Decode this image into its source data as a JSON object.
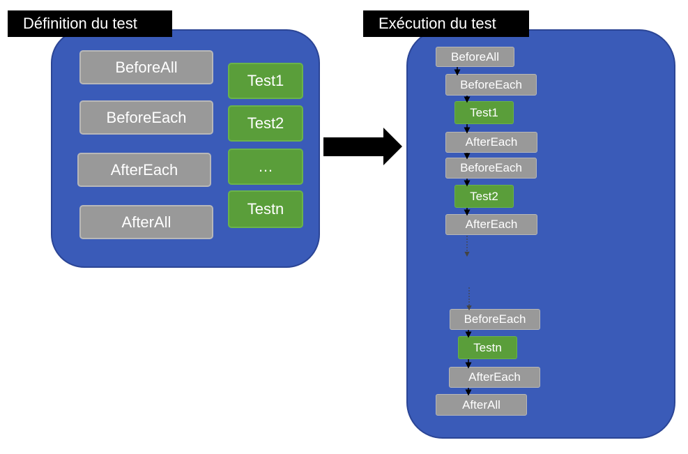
{
  "definition": {
    "title": "Définition du test",
    "hooks": [
      "BeforeAll",
      "BeforeEach",
      "AfterEach",
      "AfterAll"
    ],
    "tests": [
      "Test1",
      "Test2",
      "…",
      "Testn"
    ]
  },
  "execution": {
    "title": "Exécution du test",
    "steps": [
      "BeforeAll",
      "BeforeEach",
      "Test1",
      "AfterEach",
      "BeforeEach",
      "Test2",
      "AfterEach",
      "BeforeEach",
      "Testn",
      "AfterEach",
      "AfterAll"
    ]
  },
  "colors": {
    "panel": "#3A5BB8",
    "hook_box": "#999999",
    "test_box": "#5A9E3A",
    "arrow": "#000000"
  }
}
